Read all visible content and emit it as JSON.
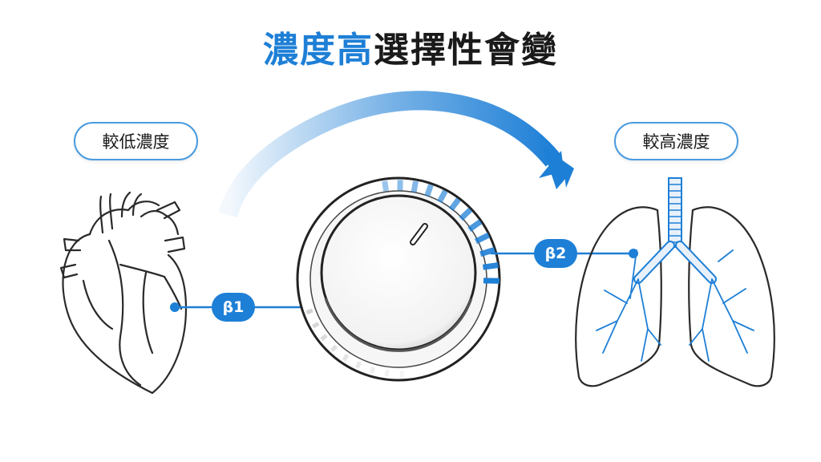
{
  "title": {
    "highlight": "濃度高",
    "rest": "選擇性會變"
  },
  "labels": {
    "low": "較低濃度",
    "high": "較高濃度"
  },
  "receptors": {
    "b1": "β1",
    "b2": "β2"
  },
  "colors": {
    "accent": "#1e7fd6",
    "text": "#1a1a1a"
  },
  "icons": {
    "heart": "heart-icon",
    "lungs": "lungs-icon",
    "dial": "dial-knob",
    "arrow": "curved-arrow"
  }
}
